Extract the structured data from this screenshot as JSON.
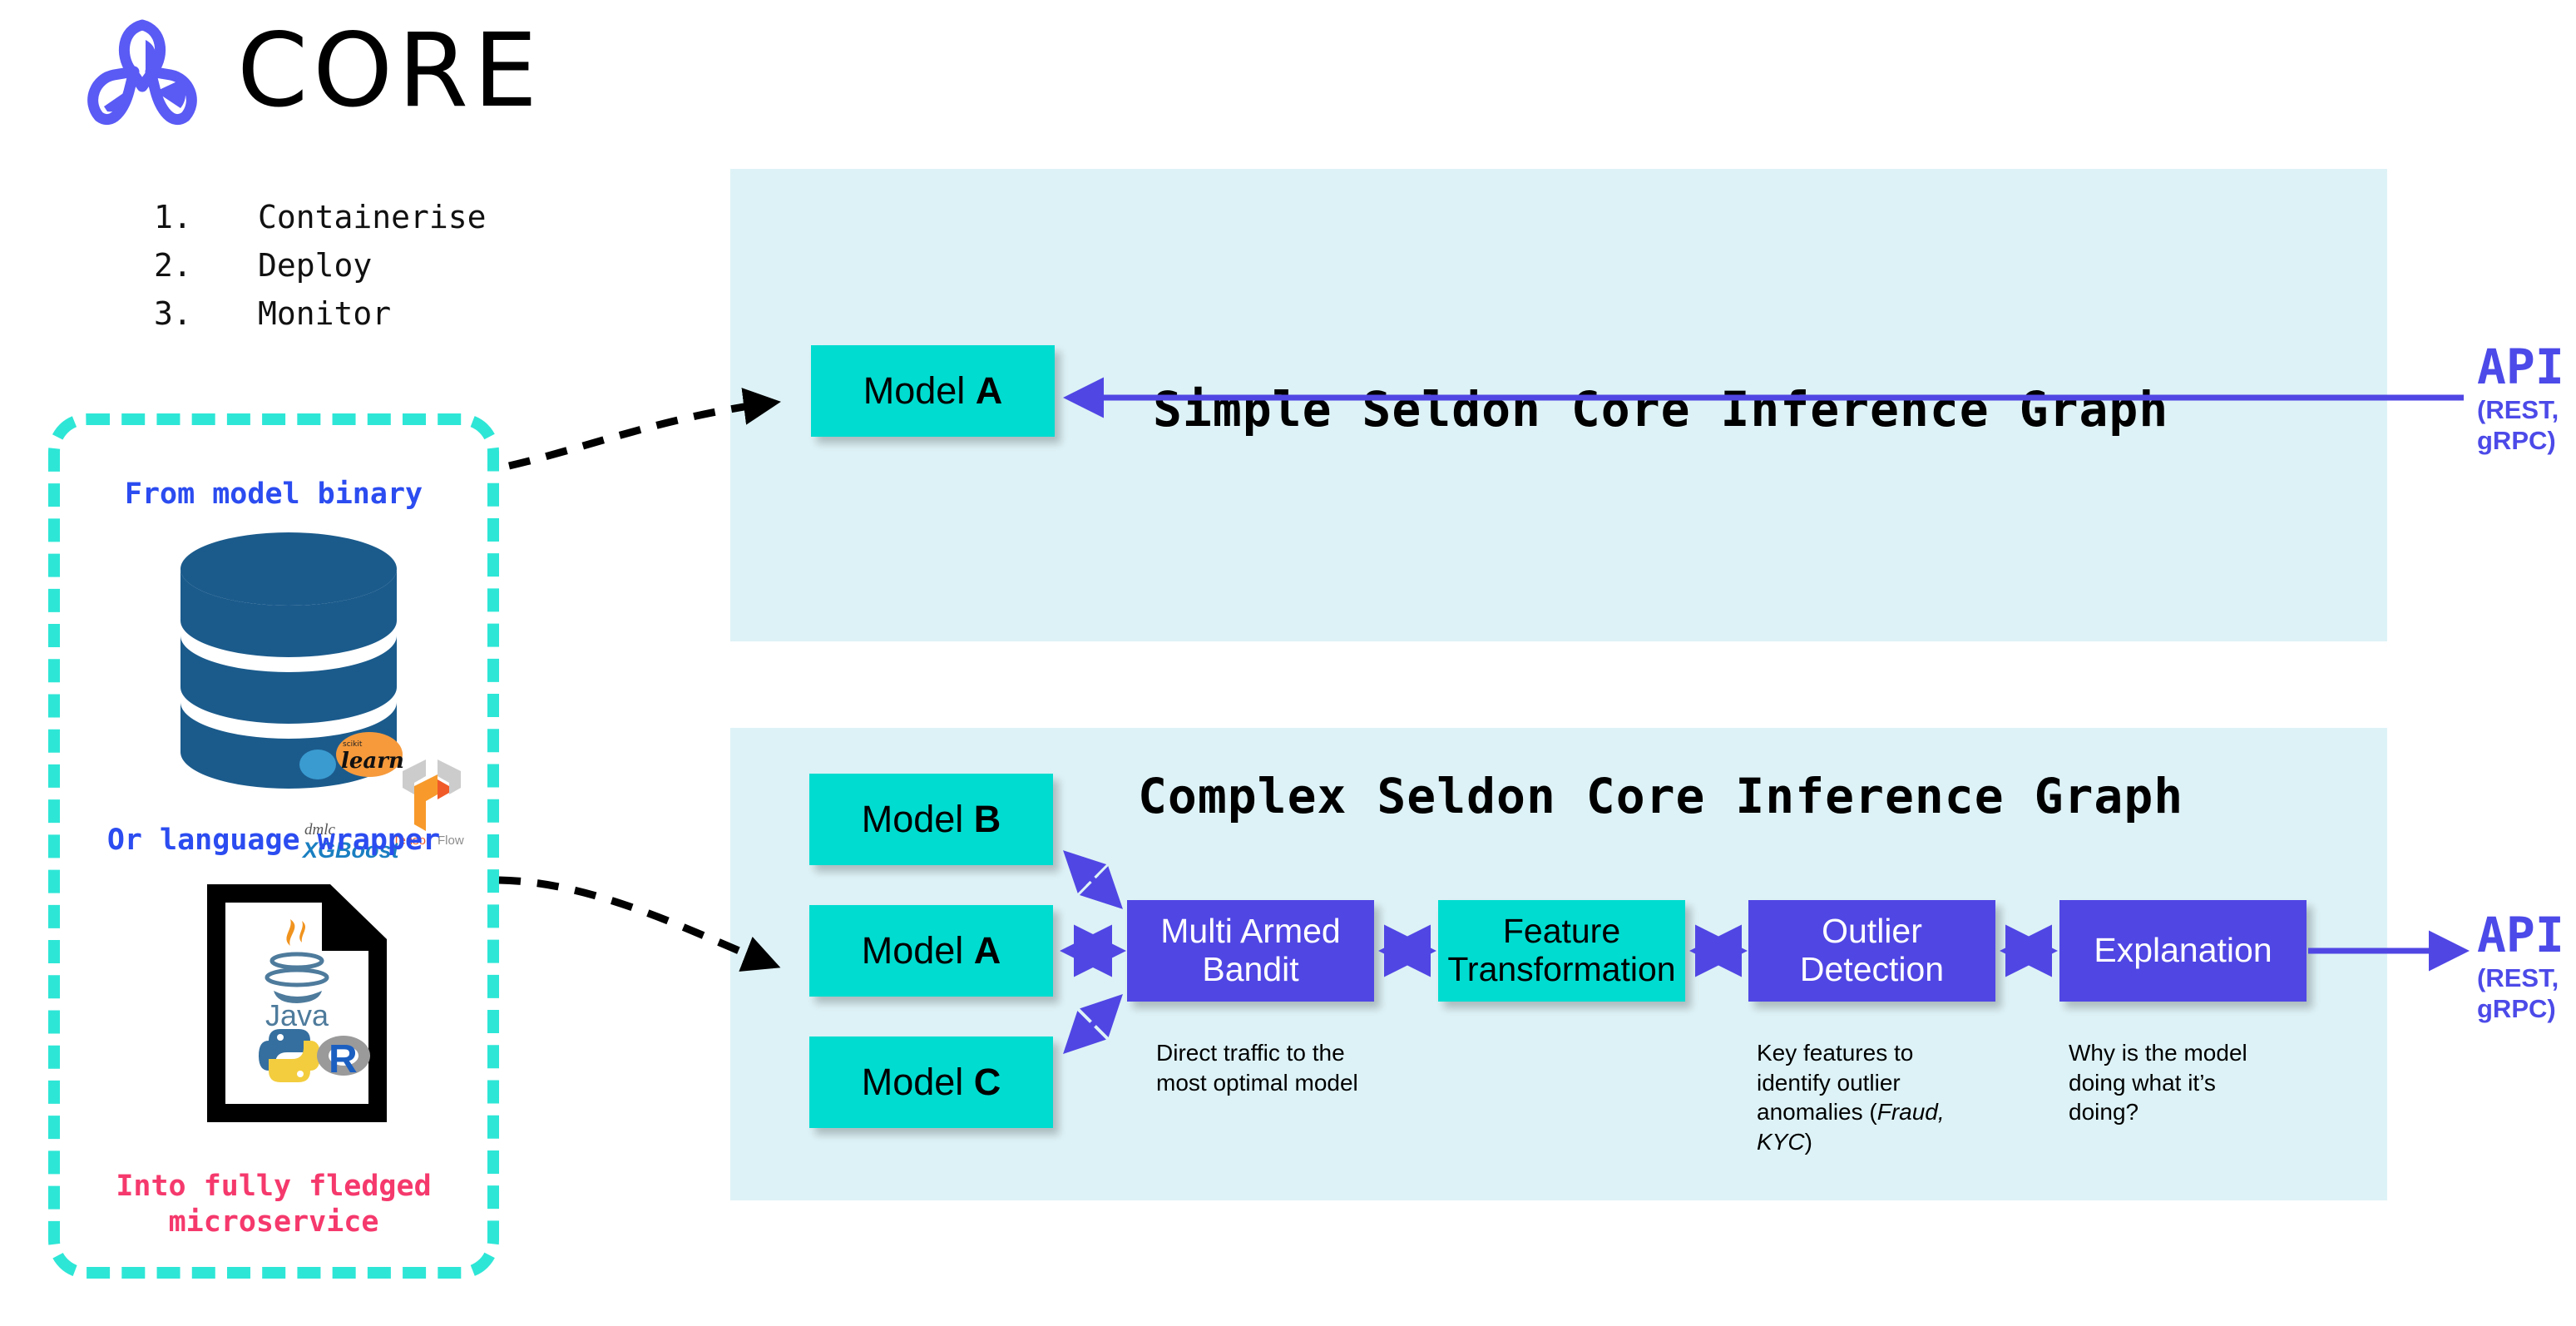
{
  "brand": {
    "wordmark": "CORE",
    "logo_icon": "seldon-trefoil-logo",
    "logo_color": "#5a5af5"
  },
  "steps": [
    {
      "num": "1.",
      "label": "Containerise"
    },
    {
      "num": "2.",
      "label": "Deploy"
    },
    {
      "num": "3.",
      "label": "Monitor"
    }
  ],
  "wrapper_box": {
    "label_binary": "From model binary",
    "label_wrapper": "Or language wrapper",
    "label_micro": "Into fully fledged\nmicroservice",
    "border_color": "#2ee6d6",
    "binary_color": "#2b4cf0",
    "micro_color": "#f5396d",
    "binary_icon": "database-cylinder-icon",
    "frameworks": [
      "scikit-learn-logo",
      "tensorflow-logo",
      "xgboost-logo"
    ],
    "wrapper_icon": "document-file-icon",
    "languages": [
      "java-logo",
      "python-logo",
      "r-logo"
    ]
  },
  "panels": {
    "simple": {
      "title": "Simple Seldon Core Inference Graph",
      "background": "#ddf2f6",
      "nodes": [
        {
          "name": "model-a",
          "label_prefix": "Model ",
          "label_suffix": "A",
          "color": "teal"
        }
      ]
    },
    "complex": {
      "title": "Complex Seldon Core Inference Graph",
      "background": "#ddf2f6",
      "nodes": [
        {
          "name": "model-b",
          "label_prefix": "Model ",
          "label_suffix": "B",
          "color": "teal",
          "caption": ""
        },
        {
          "name": "model-a",
          "label_prefix": "Model ",
          "label_suffix": "A",
          "color": "teal",
          "caption": ""
        },
        {
          "name": "model-c",
          "label_prefix": "Model ",
          "label_suffix": "C",
          "color": "teal",
          "caption": ""
        },
        {
          "name": "multi-armed-bandit",
          "label": "Multi Armed\nBandit",
          "color": "purple",
          "caption": "Direct traffic to the most optimal model"
        },
        {
          "name": "feature-transformation",
          "label": "Feature\nTransformation",
          "color": "teal",
          "caption": ""
        },
        {
          "name": "outlier-detection",
          "label": "Outlier\nDetection",
          "color": "purple",
          "caption_pre": "Key features to identify outlier anomalies (",
          "caption_em": "Fraud, KYC",
          "caption_post": ")"
        },
        {
          "name": "explanation",
          "label": "Explanation",
          "color": "purple",
          "caption": "Why is the model doing what it’s doing?"
        }
      ]
    }
  },
  "api": {
    "title": "API",
    "subtitle": "(REST,\ngRPC)",
    "color": "#4c4ae8"
  },
  "colors": {
    "teal_node": "#00dcd0",
    "purple_node": "#5046e4",
    "panel_bg": "#ddf2f6",
    "arrow_blue": "#5046e4",
    "dashed_arrow": "#000000"
  }
}
